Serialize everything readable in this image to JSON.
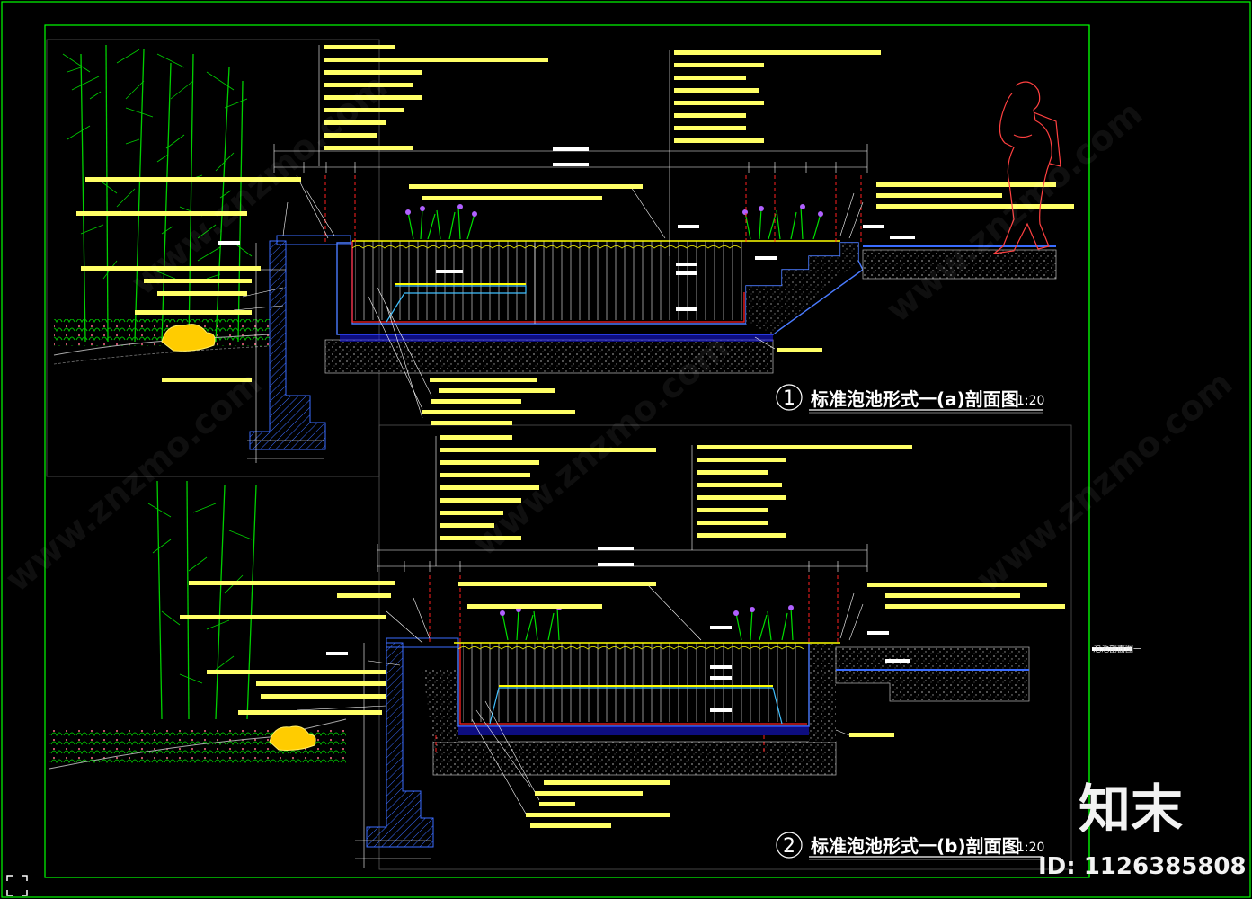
{
  "sheet": {
    "side_label": "泡池剖面图一",
    "watermark": "www.znzmo.com"
  },
  "section_a": {
    "number": "1",
    "title": "标准泡池形式一(a)剖面图",
    "scale": "1:20"
  },
  "section_b": {
    "number": "2",
    "title": "标准泡池形式一(b)剖面图",
    "scale": "1:20"
  },
  "branding": {
    "logo": "知末",
    "id_text": "ID: 1126385808"
  },
  "colors": {
    "background": "#000000",
    "frame": "#00ff00",
    "structure": "#0000ff",
    "annotation": "#ffff00",
    "leader": "#ffffff",
    "red_line": "#ff2020",
    "plant_green": "#00dd00",
    "figure_red": "#ff4040",
    "water_cyan": "#40c0ff"
  }
}
